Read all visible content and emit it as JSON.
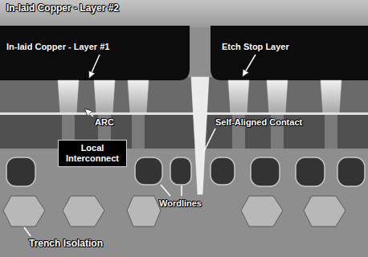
{
  "diagram": {
    "nodes": [
      {
        "text": [
          "Local Interconnect"
        ]
      }
    ],
    "labels": [
      "In-laid Copper - Layer #2",
      "In-laid Copper - Layer #1",
      "Etch Stop Layer",
      "ARC",
      "Self-Aligned Contact",
      "Wordlines",
      "Trench Isolation"
    ]
  }
}
